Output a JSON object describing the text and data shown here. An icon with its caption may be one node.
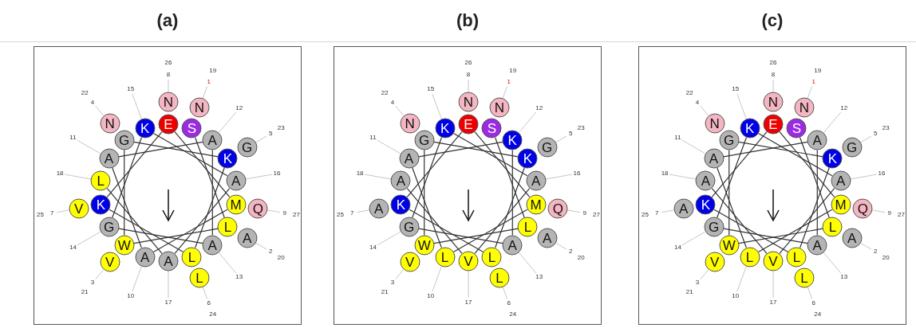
{
  "diagram": {
    "nodes": [
      {
        "text": [
          "(a)"
        ]
      },
      {
        "text": [
          "S"
        ],
        "in": 0
      },
      {
        "text": [
          "L"
        ],
        "in": 0
      },
      {
        "text": [
          "W"
        ],
        "in": 0
      },
      {
        "text": [
          "G"
        ],
        "in": 0
      },
      {
        "text": [
          "K"
        ],
        "in": 0
      },
      {
        "text": [
          "L"
        ],
        "in": 0
      },
      {
        "text": [
          "K"
        ],
        "in": 0
      },
      {
        "text": [
          "E"
        ],
        "in": 0
      },
      {
        "text": [
          "M"
        ],
        "in": 0
      },
      {
        "text": [
          "A"
        ],
        "in": 0
      },
      {
        "text": [
          "A"
        ],
        "in": 0
      },
      {
        "text": [
          "A"
        ],
        "in": 0
      },
      {
        "text": [
          "A"
        ],
        "in": 0
      },
      {
        "text": [
          "G"
        ],
        "in": 0
      },
      {
        "text": [
          "K"
        ],
        "in": 0
      },
      {
        "text": [
          "A"
        ],
        "in": 0
      },
      {
        "text": [
          "A"
        ],
        "in": 0
      },
      {
        "text": [
          "L"
        ],
        "in": 0
      },
      {
        "text": [
          "N"
        ],
        "in": 0
      },
      {
        "text": [
          "A"
        ],
        "in": 0
      },
      {
        "text": [
          "V"
        ],
        "in": 0
      },
      {
        "text": [
          "N"
        ],
        "in": 0
      },
      {
        "text": [
          "G"
        ],
        "in": 0
      },
      {
        "text": [
          "L"
        ],
        "in": 0
      },
      {
        "text": [
          "V"
        ],
        "in": 0
      },
      {
        "text": [
          "N"
        ],
        "in": 0
      },
      {
        "text": [
          "Q"
        ],
        "in": 0
      },
      {
        "text": [
          "1"
        ],
        "in": 0
      },
      {
        "text": [
          "2"
        ],
        "in": 0
      },
      {
        "text": [
          "3"
        ],
        "in": 0
      },
      {
        "text": [
          "4"
        ],
        "in": 0
      },
      {
        "text": [
          "5"
        ],
        "in": 0
      },
      {
        "text": [
          "6"
        ],
        "in": 0
      },
      {
        "text": [
          "7"
        ],
        "in": 0
      },
      {
        "text": [
          "8"
        ],
        "in": 0
      },
      {
        "text": [
          "9"
        ],
        "in": 0
      },
      {
        "text": [
          "10"
        ],
        "in": 0
      },
      {
        "text": [
          "11"
        ],
        "in": 0
      },
      {
        "text": [
          "12"
        ],
        "in": 0
      },
      {
        "text": [
          "13"
        ],
        "in": 0
      },
      {
        "text": [
          "14"
        ],
        "in": 0
      },
      {
        "text": [
          "15"
        ],
        "in": 0
      },
      {
        "text": [
          "16"
        ],
        "in": 0
      },
      {
        "text": [
          "17"
        ],
        "in": 0
      },
      {
        "text": [
          "18"
        ],
        "in": 0
      },
      {
        "text": [
          "(b)"
        ]
      },
      {
        "text": [
          "S"
        ],
        "in": 46
      },
      {
        "text": [
          "L"
        ],
        "in": 46
      },
      {
        "text": [
          "W"
        ],
        "in": 46
      },
      {
        "text": [
          "G"
        ],
        "in": 46
      },
      {
        "text": [
          "K"
        ],
        "in": 46
      },
      {
        "text": [
          "L"
        ],
        "in": 46
      },
      {
        "text": [
          "K"
        ],
        "in": 46
      },
      {
        "text": [
          "E"
        ],
        "in": 46
      },
      {
        "text": [
          "M"
        ],
        "in": 46
      },
      {
        "text": [
          "L"
        ],
        "in": 46
      },
      {
        "text": [
          "A"
        ],
        "in": 46
      },
      {
        "text": [
          "K"
        ],
        "in": 46
      },
      {
        "text": [
          "A"
        ],
        "in": 46
      },
      {
        "text": [
          "G"
        ],
        "in": 46
      },
      {
        "text": [
          "K"
        ],
        "in": 46
      },
      {
        "text": [
          "A"
        ],
        "in": 46
      },
      {
        "text": [
          "V"
        ],
        "in": 46
      },
      {
        "text": [
          "A"
        ],
        "in": 46
      },
      {
        "text": [
          "N"
        ],
        "in": 46
      },
      {
        "text": [
          "A"
        ],
        "in": 46
      },
      {
        "text": [
          "V"
        ],
        "in": 46
      },
      {
        "text": [
          "N"
        ],
        "in": 46
      },
      {
        "text": [
          "G"
        ],
        "in": 46
      },
      {
        "text": [
          "L"
        ],
        "in": 46
      },
      {
        "text": [
          "A"
        ],
        "in": 46
      },
      {
        "text": [
          "N"
        ],
        "in": 46
      },
      {
        "text": [
          "Q"
        ],
        "in": 46
      },
      {
        "text": [
          "1"
        ],
        "in": 46
      },
      {
        "text": [
          "2"
        ],
        "in": 46
      },
      {
        "text": [
          "3"
        ],
        "in": 46
      },
      {
        "text": [
          "4"
        ],
        "in": 46
      },
      {
        "text": [
          "5"
        ],
        "in": 46
      },
      {
        "text": [
          "6"
        ],
        "in": 46
      },
      {
        "text": [
          "7"
        ],
        "in": 46
      },
      {
        "text": [
          "8"
        ],
        "in": 46
      },
      {
        "text": [
          "9"
        ],
        "in": 46
      },
      {
        "text": [
          "10"
        ],
        "in": 46
      },
      {
        "text": [
          "11"
        ],
        "in": 46
      },
      {
        "text": [
          "12"
        ],
        "in": 46
      },
      {
        "text": [
          "13"
        ],
        "in": 46
      },
      {
        "text": [
          "14"
        ],
        "in": 46
      },
      {
        "text": [
          "15"
        ],
        "in": 46
      },
      {
        "text": [
          "16"
        ],
        "in": 46
      },
      {
        "text": [
          "17"
        ],
        "in": 46
      },
      {
        "text": [
          "18"
        ],
        "in": 46
      },
      {
        "text": [
          "(c)"
        ]
      },
      {
        "text": [
          "S"
        ],
        "in": 92
      },
      {
        "text": [
          "L"
        ],
        "in": 92
      },
      {
        "text": [
          "W"
        ],
        "in": 92
      },
      {
        "text": [
          "G"
        ],
        "in": 92
      },
      {
        "text": [
          "K"
        ],
        "in": 92
      },
      {
        "text": [
          "L"
        ],
        "in": 92
      },
      {
        "text": [
          "K"
        ],
        "in": 92
      },
      {
        "text": [
          "E"
        ],
        "in": 92
      },
      {
        "text": [
          "M"
        ],
        "in": 92
      },
      {
        "text": [
          "L"
        ],
        "in": 92
      },
      {
        "text": [
          "A"
        ],
        "in": 92
      },
      {
        "text": [
          "A"
        ],
        "in": 92
      },
      {
        "text": [
          "A"
        ],
        "in": 92
      },
      {
        "text": [
          "G"
        ],
        "in": 92
      },
      {
        "text": [
          "K"
        ],
        "in": 92
      },
      {
        "text": [
          "A"
        ],
        "in": 92
      },
      {
        "text": [
          "V"
        ],
        "in": 92
      },
      {
        "text": [
          "A"
        ],
        "in": 92
      },
      {
        "text": [
          "N"
        ],
        "in": 92
      },
      {
        "text": [
          "A"
        ],
        "in": 92
      },
      {
        "text": [
          "V"
        ],
        "in": 92
      },
      {
        "text": [
          "N"
        ],
        "in": 92
      },
      {
        "text": [
          "G"
        ],
        "in": 92
      },
      {
        "text": [
          "L"
        ],
        "in": 92
      },
      {
        "text": [
          "A"
        ],
        "in": 92
      },
      {
        "text": [
          "N"
        ],
        "in": 92
      },
      {
        "text": [
          "Q"
        ],
        "in": 92
      },
      {
        "text": [
          "1"
        ],
        "in": 92
      },
      {
        "text": [
          "2"
        ],
        "in": 92
      },
      {
        "text": [
          "3"
        ],
        "in": 92
      },
      {
        "text": [
          "4"
        ],
        "in": 92
      },
      {
        "text": [
          "5"
        ],
        "in": 92
      },
      {
        "text": [
          "6"
        ],
        "in": 92
      },
      {
        "text": [
          "7"
        ],
        "in": 92
      },
      {
        "text": [
          "8"
        ],
        "in": 92
      },
      {
        "text": [
          "9"
        ],
        "in": 92
      },
      {
        "text": [
          "10"
        ],
        "in": 92
      },
      {
        "text": [
          "11"
        ],
        "in": 92
      },
      {
        "text": [
          "12"
        ],
        "in": 92
      },
      {
        "text": [
          "13"
        ],
        "in": 92
      },
      {
        "text": [
          "14"
        ],
        "in": 92
      },
      {
        "text": [
          "15"
        ],
        "in": 92
      },
      {
        "text": [
          "16"
        ],
        "in": 92
      },
      {
        "text": [
          "17"
        ],
        "in": 92
      },
      {
        "text": [
          "18"
        ],
        "in": 92
      }
    ],
    "edges": [
      {
        "from": 1,
        "to": 2,
        "arrow": "none",
        "color": "#333333"
      },
      {
        "from": 2,
        "to": 3,
        "arrow": "none",
        "color": "#333333"
      },
      {
        "from": 3,
        "to": 4,
        "arrow": "none",
        "color": "#333333"
      },
      {
        "from": 4,
        "to": 5,
        "arrow": "none",
        "color": "#333333"
      },
      {
        "from": 5,
        "to": 6,
        "arrow": "none",
        "color": "#333333"
      },
      {
        "from": 6,
        "to": 7,
        "arrow": "none",
        "color": "#333333"
      },
      {
        "from": 7,
        "to": 8,
        "arrow": "none",
        "color": "#333333"
      },
      {
        "from": 8,
        "to": 9,
        "arrow": "none",
        "color": "#333333"
      },
      {
        "from": 9,
        "to": 10,
        "arrow": "none",
        "color": "#333333"
      },
      {
        "from": 10,
        "to": 11,
        "arrow": "none",
        "color": "#333333"
      },
      {
        "from": 11,
        "to": 12,
        "arrow": "none",
        "color": "#333333"
      },
      {
        "from": 12,
        "to": 13,
        "arrow": "none",
        "color": "#333333"
      },
      {
        "from": 13,
        "to": 14,
        "arrow": "none",
        "color": "#333333"
      },
      {
        "from": 14,
        "to": 15,
        "arrow": "none",
        "color": "#333333"
      },
      {
        "from": 15,
        "to": 16,
        "arrow": "none",
        "color": "#333333"
      },
      {
        "from": 16,
        "to": 17,
        "arrow": "none",
        "color": "#333333"
      },
      {
        "from": 17,
        "to": 18,
        "arrow": "none",
        "color": "#333333"
      },
      {
        "from": 28,
        "to": 19,
        "arrow": "none"
      },
      {
        "from": 29,
        "to": 20,
        "arrow": "none"
      },
      {
        "from": 30,
        "to": 21,
        "arrow": "none"
      },
      {
        "from": 31,
        "to": 22,
        "arrow": "none"
      },
      {
        "from": 32,
        "to": 23,
        "arrow": "none"
      },
      {
        "from": 33,
        "to": 24,
        "arrow": "none"
      },
      {
        "from": 34,
        "to": 25,
        "arrow": "none"
      },
      {
        "from": 35,
        "to": 26,
        "arrow": "none"
      },
      {
        "from": 36,
        "to": 27,
        "arrow": "none"
      },
      {
        "from": 37,
        "to": 10,
        "arrow": "none"
      },
      {
        "from": 38,
        "to": 11,
        "arrow": "none"
      },
      {
        "from": 39,
        "to": 12,
        "arrow": "none"
      },
      {
        "from": 40,
        "to": 13,
        "arrow": "none"
      },
      {
        "from": 41,
        "to": 14,
        "arrow": "none"
      },
      {
        "from": 42,
        "to": 15,
        "arrow": "none"
      },
      {
        "from": 43,
        "to": 16,
        "arrow": "none"
      },
      {
        "from": 44,
        "to": 17,
        "arrow": "none"
      },
      {
        "from": 45,
        "to": 18,
        "arrow": "none"
      },
      {
        "from": 47,
        "to": 48,
        "arrow": "none",
        "color": "#333333"
      },
      {
        "from": 48,
        "to": 49,
        "arrow": "none",
        "color": "#333333"
      },
      {
        "from": 49,
        "to": 50,
        "arrow": "none",
        "color": "#333333"
      },
      {
        "from": 50,
        "to": 51,
        "arrow": "none",
        "color": "#333333"
      },
      {
        "from": 51,
        "to": 52,
        "arrow": "none",
        "color": "#333333"
      },
      {
        "from": 52,
        "to": 53,
        "arrow": "none",
        "color": "#333333"
      },
      {
        "from": 53,
        "to": 54,
        "arrow": "none",
        "color": "#333333"
      },
      {
        "from": 54,
        "to": 55,
        "arrow": "none",
        "color": "#333333"
      },
      {
        "from": 55,
        "to": 56,
        "arrow": "none",
        "color": "#333333"
      },
      {
        "from": 56,
        "to": 57,
        "arrow": "none",
        "color": "#333333"
      },
      {
        "from": 57,
        "to": 58,
        "arrow": "none",
        "color": "#333333"
      },
      {
        "from": 58,
        "to": 59,
        "arrow": "none",
        "color": "#333333"
      },
      {
        "from": 59,
        "to": 60,
        "arrow": "none",
        "color": "#333333"
      },
      {
        "from": 60,
        "to": 61,
        "arrow": "none",
        "color": "#333333"
      },
      {
        "from": 61,
        "to": 62,
        "arrow": "none",
        "color": "#333333"
      },
      {
        "from": 62,
        "to": 63,
        "arrow": "none",
        "color": "#333333"
      },
      {
        "from": 63,
        "to": 64,
        "arrow": "none",
        "color": "#333333"
      },
      {
        "from": 74,
        "to": 65,
        "arrow": "none"
      },
      {
        "from": 75,
        "to": 66,
        "arrow": "none"
      },
      {
        "from": 76,
        "to": 67,
        "arrow": "none"
      },
      {
        "from": 77,
        "to": 68,
        "arrow": "none"
      },
      {
        "from": 78,
        "to": 69,
        "arrow": "none"
      },
      {
        "from": 79,
        "to": 70,
        "arrow": "none"
      },
      {
        "from": 80,
        "to": 71,
        "arrow": "none"
      },
      {
        "from": 81,
        "to": 72,
        "arrow": "none"
      },
      {
        "from": 82,
        "to": 73,
        "arrow": "none"
      },
      {
        "from": 83,
        "to": 56,
        "arrow": "none"
      },
      {
        "from": 84,
        "to": 57,
        "arrow": "none"
      },
      {
        "from": 85,
        "to": 58,
        "arrow": "none"
      },
      {
        "from": 86,
        "to": 59,
        "arrow": "none"
      },
      {
        "from": 87,
        "to": 60,
        "arrow": "none"
      },
      {
        "from": 88,
        "to": 61,
        "arrow": "none"
      },
      {
        "from": 89,
        "to": 62,
        "arrow": "none"
      },
      {
        "from": 90,
        "to": 63,
        "arrow": "none"
      },
      {
        "from": 91,
        "to": 64,
        "arrow": "none"
      },
      {
        "from": 93,
        "to": 94,
        "arrow": "none",
        "color": "#333333"
      },
      {
        "from": 94,
        "to": 95,
        "arrow": "none",
        "color": "#333333"
      },
      {
        "from": 95,
        "to": 96,
        "arrow": "none",
        "color": "#333333"
      },
      {
        "from": 96,
        "to": 97,
        "arrow": "none",
        "color": "#333333"
      },
      {
        "from": 97,
        "to": 98,
        "arrow": "none",
        "color": "#333333"
      },
      {
        "from": 98,
        "to": 99,
        "arrow": "none",
        "color": "#333333"
      },
      {
        "from": 99,
        "to": 100,
        "arrow": "none",
        "color": "#333333"
      },
      {
        "from": 100,
        "to": 101,
        "arrow": "none",
        "color": "#333333"
      },
      {
        "from": 101,
        "to": 102,
        "arrow": "none",
        "color": "#333333"
      },
      {
        "from": 102,
        "to": 103,
        "arrow": "none",
        "color": "#333333"
      },
      {
        "from": 103,
        "to": 104,
        "arrow": "none",
        "color": "#333333"
      },
      {
        "from": 104,
        "to": 105,
        "arrow": "none",
        "color": "#333333"
      },
      {
        "from": 105,
        "to": 106,
        "arrow": "none",
        "color": "#333333"
      },
      {
        "from": 106,
        "to": 107,
        "arrow": "none",
        "color": "#333333"
      },
      {
        "from": 107,
        "to": 108,
        "arrow": "none",
        "color": "#333333"
      },
      {
        "from": 108,
        "to": 109,
        "arrow": "none",
        "color": "#333333"
      },
      {
        "from": 109,
        "to": 110,
        "arrow": "none",
        "color": "#333333"
      },
      {
        "from": 120,
        "to": 111,
        "arrow": "none"
      },
      {
        "from": 121,
        "to": 112,
        "arrow": "none"
      },
      {
        "from": 122,
        "to": 113,
        "arrow": "none"
      },
      {
        "from": 123,
        "to": 114,
        "arrow": "none"
      },
      {
        "from": 124,
        "to": 115,
        "arrow": "none"
      },
      {
        "from": 125,
        "to": 116,
        "arrow": "none"
      },
      {
        "from": 126,
        "to": 117,
        "arrow": "none"
      },
      {
        "from": 127,
        "to": 118,
        "arrow": "none"
      },
      {
        "from": 128,
        "to": 119,
        "arrow": "none"
      },
      {
        "from": 129,
        "to": 102,
        "arrow": "none"
      },
      {
        "from": 130,
        "to": 103,
        "arrow": "none"
      },
      {
        "from": 131,
        "to": 104,
        "arrow": "none"
      },
      {
        "from": 132,
        "to": 105,
        "arrow": "none"
      },
      {
        "from": 133,
        "to": 106,
        "arrow": "none"
      },
      {
        "from": 134,
        "to": 107,
        "arrow": "none"
      },
      {
        "from": 135,
        "to": 108,
        "arrow": "none"
      },
      {
        "from": 136,
        "to": 109,
        "arrow": "none"
      },
      {
        "from": 137,
        "to": 110,
        "arrow": "none"
      }
    ],
    "labels": [
      "19",
      "20",
      "21",
      "22",
      "23",
      "24",
      "25",
      "26",
      "27",
      "19",
      "20",
      "21",
      "22",
      "23",
      "24",
      "25",
      "26",
      "27",
      "19",
      "20",
      "21",
      "22",
      "23",
      "24",
      "25",
      "26",
      "27"
    ]
  }
}
